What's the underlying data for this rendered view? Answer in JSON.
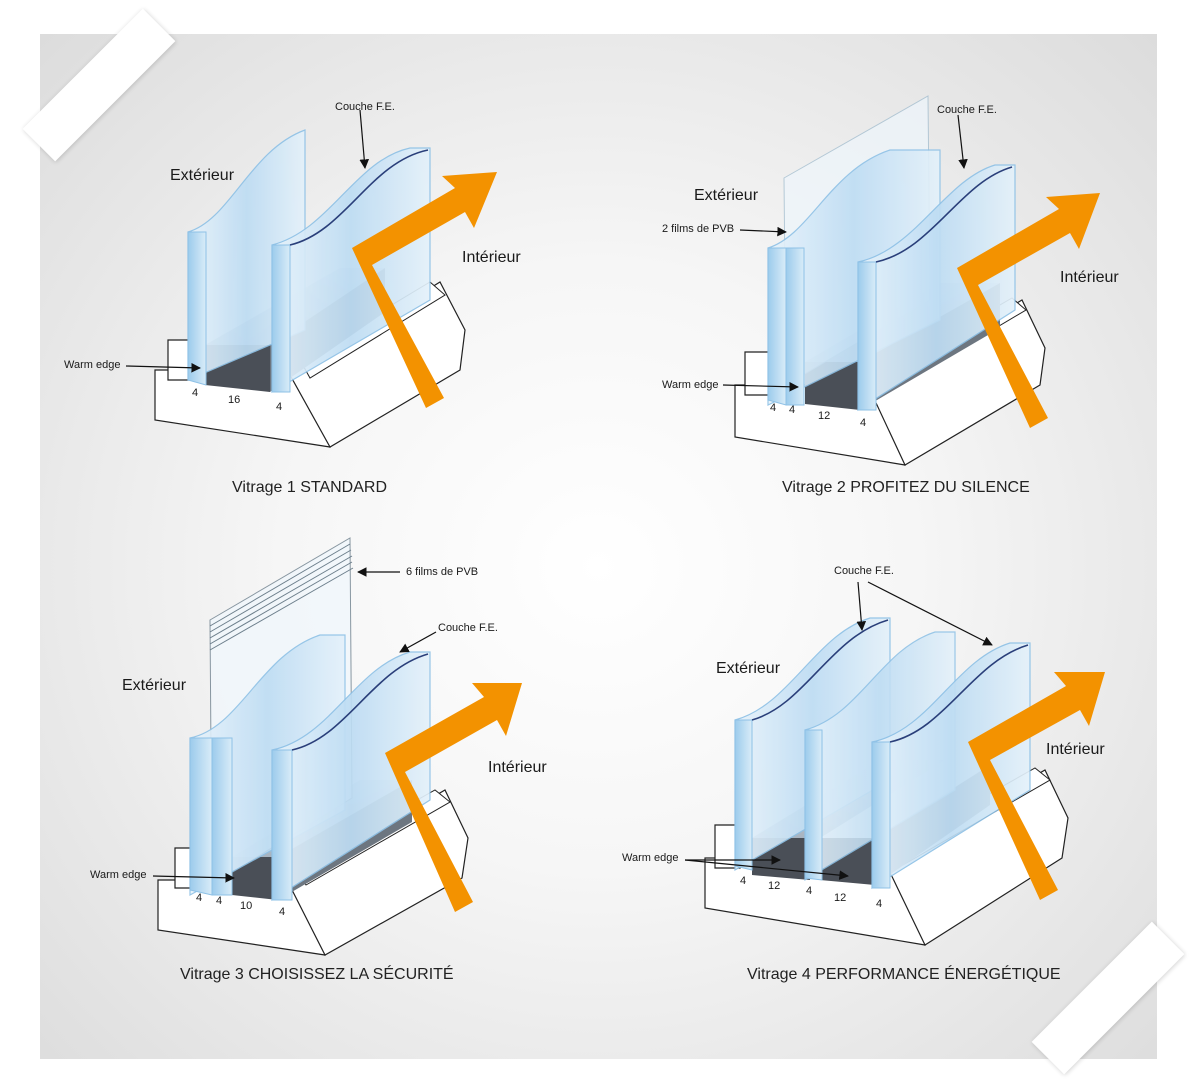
{
  "panels": [
    {
      "caption": "Vitrage 1 STANDARD",
      "exterior": "Extérieur",
      "interior": "Intérieur",
      "coating": "Couche F.E.",
      "warm_edge": "Warm edge",
      "dims": [
        "4",
        "16",
        "4"
      ]
    },
    {
      "caption": "Vitrage 2 PROFITEZ DU SILENCE",
      "exterior": "Extérieur",
      "interior": "Intérieur",
      "coating": "Couche F.E.",
      "pvb": "2 films de PVB",
      "warm_edge": "Warm edge",
      "dims": [
        "4",
        "4",
        "12",
        "4"
      ]
    },
    {
      "caption": "Vitrage 3 CHOISISSEZ LA SÉCURITÉ",
      "exterior": "Extérieur",
      "interior": "Intérieur",
      "coating": "Couche F.E.",
      "pvb": "6 films de PVB",
      "warm_edge": "Warm edge",
      "dims": [
        "4",
        "4",
        "10",
        "4"
      ]
    },
    {
      "caption": "Vitrage 4 PERFORMANCE ÉNERGÉTIQUE",
      "exterior": "Extérieur",
      "interior": "Intérieur",
      "coating": "Couche F.E.",
      "warm_edge": "Warm edge",
      "dims": [
        "4",
        "12",
        "4",
        "12",
        "4"
      ]
    }
  ],
  "colors": {
    "arrow": "#f39200",
    "glass": "#cfe6f7",
    "spacer": "#4a4f57",
    "frame": "#ffffff"
  }
}
